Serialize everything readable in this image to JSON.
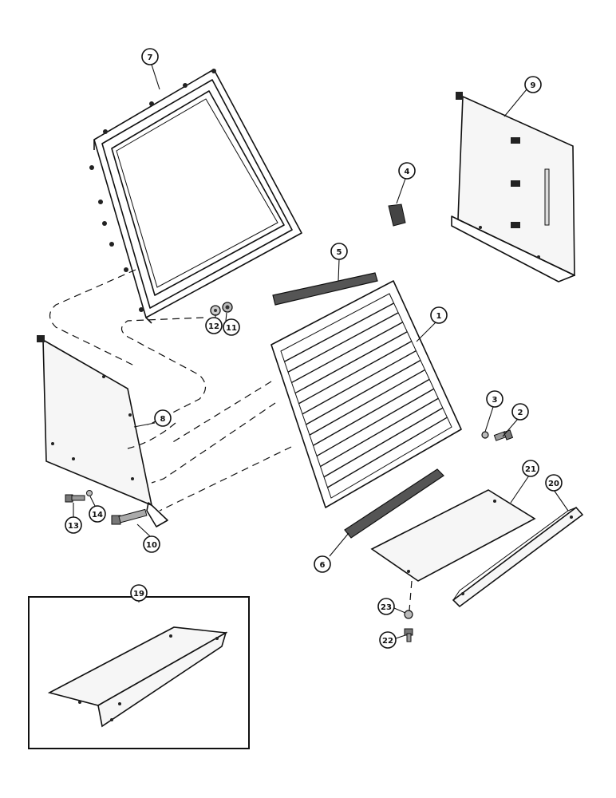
{
  "callouts": {
    "c1": "1",
    "c2": "2",
    "c3": "3",
    "c4": "4",
    "c5": "5",
    "c6": "6",
    "c7": "7",
    "c8": "8",
    "c9": "9",
    "c10": "10",
    "c11": "11",
    "c12": "12",
    "c13": "13",
    "c14": "14",
    "c19": "19",
    "c20": "20",
    "c21": "21",
    "c22": "22",
    "c23": "23"
  }
}
